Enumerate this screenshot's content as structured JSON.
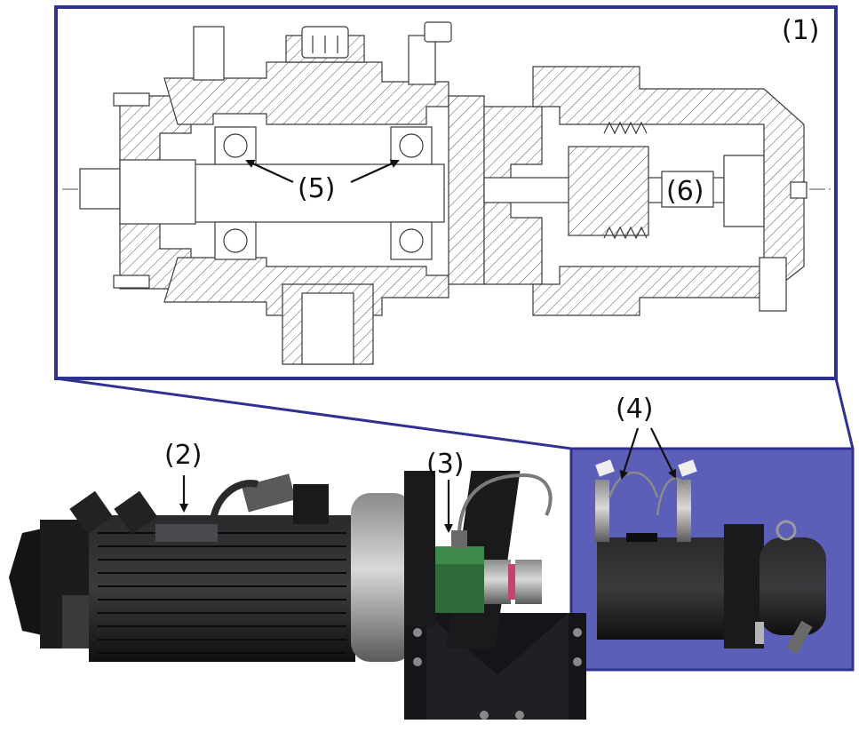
{
  "colors": {
    "frame": "#2e3192",
    "highlight": "#5c5fb8",
    "motor": "#1c1c1e",
    "housing": "#141416",
    "coupling": "#c2456e",
    "sensor": "#2f6b3a"
  },
  "labels": {
    "drawing_panel": "(1)",
    "motor": "(2)",
    "torque_sensor": "(3)",
    "pressure_sensors": "(4)",
    "bearings": "(5)",
    "piston_chamber": "(6)"
  }
}
